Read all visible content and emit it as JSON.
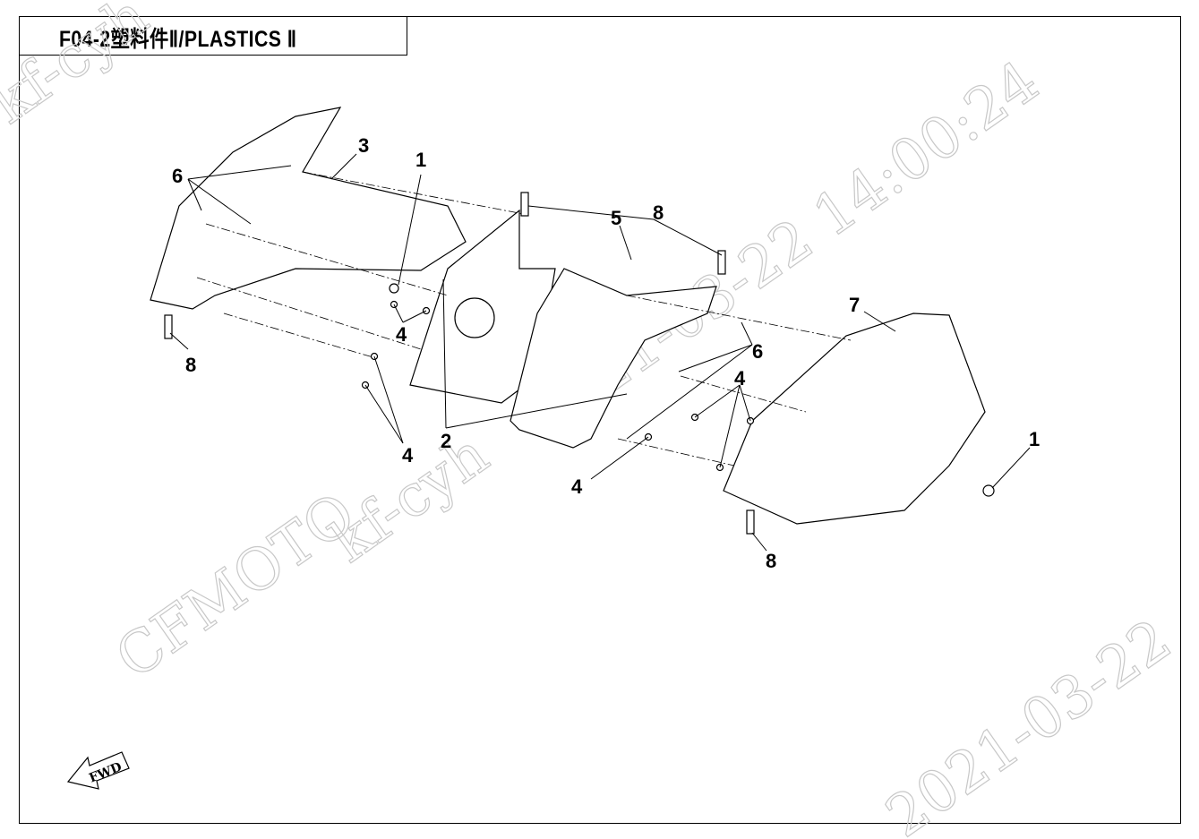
{
  "title": "F04-2塑料件Ⅱ/PLASTICS Ⅱ",
  "fwd_label": "FWD",
  "watermarks": {
    "top_left": "kf-cyh",
    "brand": "CFMOTO",
    "user": "kf-cyh",
    "datetime": "2021-03-22 14:00:24",
    "date_bottom": "2021-03-22"
  },
  "callouts": [
    "1",
    "2",
    "3",
    "4",
    "5",
    "6",
    "7",
    "8"
  ],
  "labels": {
    "l3": "3",
    "l6a": "6",
    "l1a": "1",
    "l8a": "8",
    "l5": "5",
    "l7": "7",
    "l6b": "6",
    "l4a": "4",
    "l4b": "4",
    "l8b": "8",
    "l4c": "4",
    "l2": "2",
    "l4d": "4",
    "l1b": "1",
    "l8c": "8"
  }
}
